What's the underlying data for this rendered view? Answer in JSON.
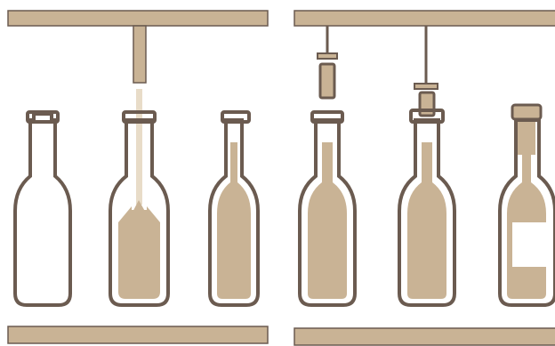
{
  "colors": {
    "background": "#ffffff",
    "outline": "#6b5b50",
    "fill": "#c9b395",
    "rail": "#c9b395"
  },
  "panels": [
    {
      "name": "filling-panel",
      "bottles": [
        {
          "name": "empty-bottle",
          "state": "empty",
          "fill_level": 0
        },
        {
          "name": "filling-bottle",
          "state": "filling",
          "fill_level": 0.6
        },
        {
          "name": "full-bottle",
          "state": "full",
          "fill_level": 0.85
        }
      ]
    },
    {
      "name": "corking-panel",
      "bottles": [
        {
          "name": "cork-above-bottle",
          "state": "cork-above",
          "fill_level": 0.85
        },
        {
          "name": "corking-bottle",
          "state": "corking",
          "fill_level": 0.85
        },
        {
          "name": "labeled-bottle",
          "state": "corked-labeled",
          "fill_level": 0.85
        }
      ]
    }
  ]
}
